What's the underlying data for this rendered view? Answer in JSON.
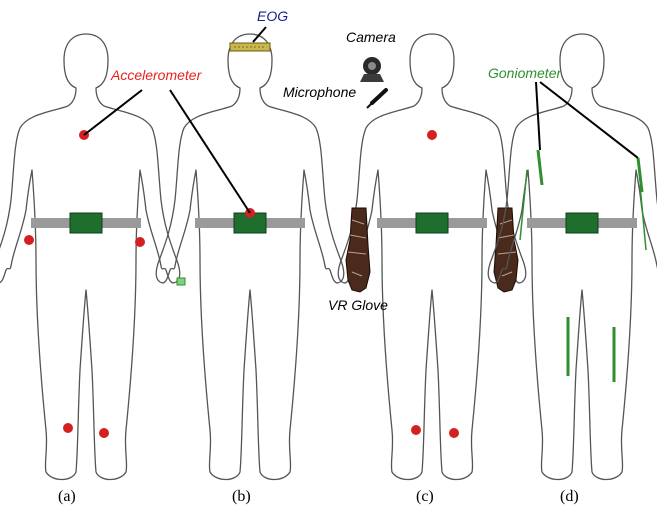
{
  "labels": {
    "accelerometer": "Accelerometer",
    "eog": "EOG",
    "camera": "Camera",
    "microphone": "Microphone",
    "goniometer": "Goniometer",
    "vr_glove": "VR Glove"
  },
  "panels": [
    "(a)",
    "(b)",
    "(c)",
    "(d)"
  ],
  "colors": {
    "accelerometer": "#e8231f",
    "eog": "#1c1c8c",
    "goniometer": "#2f8f2f",
    "sensor_dot": "#d42020",
    "belt_module": "#1e6e2e",
    "belt_strap": "#999999",
    "outline": "#555555"
  },
  "icons": [
    "camera-icon",
    "microphone-icon",
    "vr-glove-icon",
    "eog-headband-icon"
  ]
}
